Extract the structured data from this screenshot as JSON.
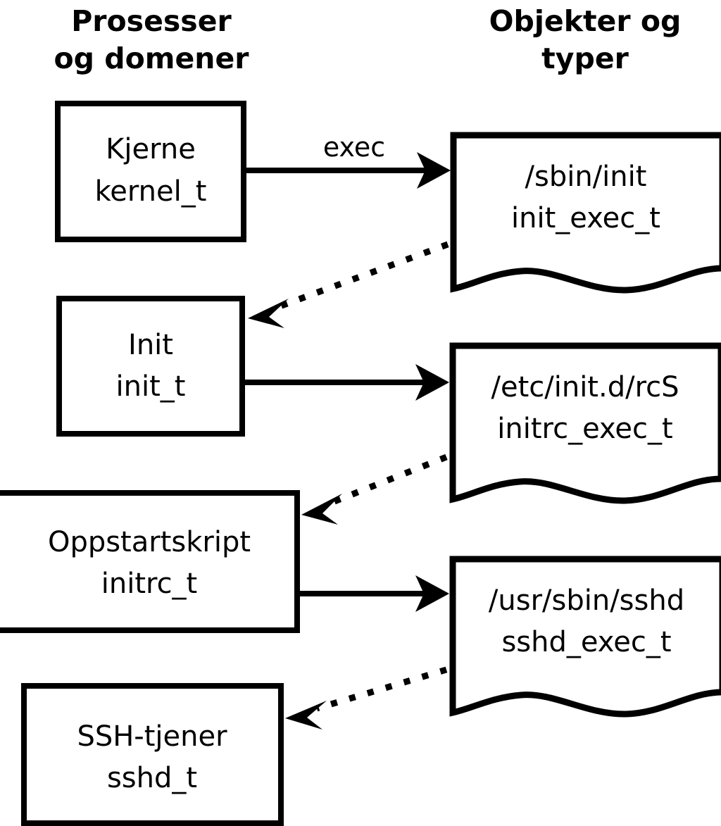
{
  "diagram": {
    "type": "flow",
    "title_left": "Prosesser\nog domener",
    "columns": [
      {
        "id": "left",
        "line1": "Prosesser",
        "line2": "og domener"
      },
      {
        "id": "right",
        "line1": "Objekter og",
        "line2": "typer"
      }
    ],
    "process_nodes": [
      {
        "id": "kernel",
        "line1": "Kjerne",
        "line2": "kernel_t"
      },
      {
        "id": "init",
        "line1": "Init",
        "line2": "init_t"
      },
      {
        "id": "initrc",
        "line1": "Oppstartskript",
        "line2": "initrc_t"
      },
      {
        "id": "sshd",
        "line1": "SSH-tjener",
        "line2": "sshd_t"
      }
    ],
    "object_nodes": [
      {
        "id": "init_exec",
        "line1": "/sbin/init",
        "line2": "init_exec_t"
      },
      {
        "id": "initrc_exec",
        "line1": "/etc/init.d/rcS",
        "line2": "initrc_exec_t"
      },
      {
        "id": "sshd_exec",
        "line1": "/usr/sbin/sshd",
        "line2": "sshd_exec_t"
      }
    ],
    "edges": [
      {
        "id": "e1",
        "from": "kernel",
        "to": "init_exec",
        "style": "solid",
        "label": "exec"
      },
      {
        "id": "e2",
        "from": "init_exec",
        "to": "init",
        "style": "dotted",
        "label": ""
      },
      {
        "id": "e3",
        "from": "init",
        "to": "initrc_exec",
        "style": "solid",
        "label": ""
      },
      {
        "id": "e4",
        "from": "initrc_exec",
        "to": "initrc",
        "style": "dotted",
        "label": ""
      },
      {
        "id": "e5",
        "from": "initrc",
        "to": "sshd_exec",
        "style": "solid",
        "label": ""
      },
      {
        "id": "e6",
        "from": "sshd_exec",
        "to": "sshd",
        "style": "dotted",
        "label": ""
      }
    ],
    "colors": {
      "stroke": "#000000",
      "fill": "#ffffff",
      "background": "#ffffff"
    }
  }
}
